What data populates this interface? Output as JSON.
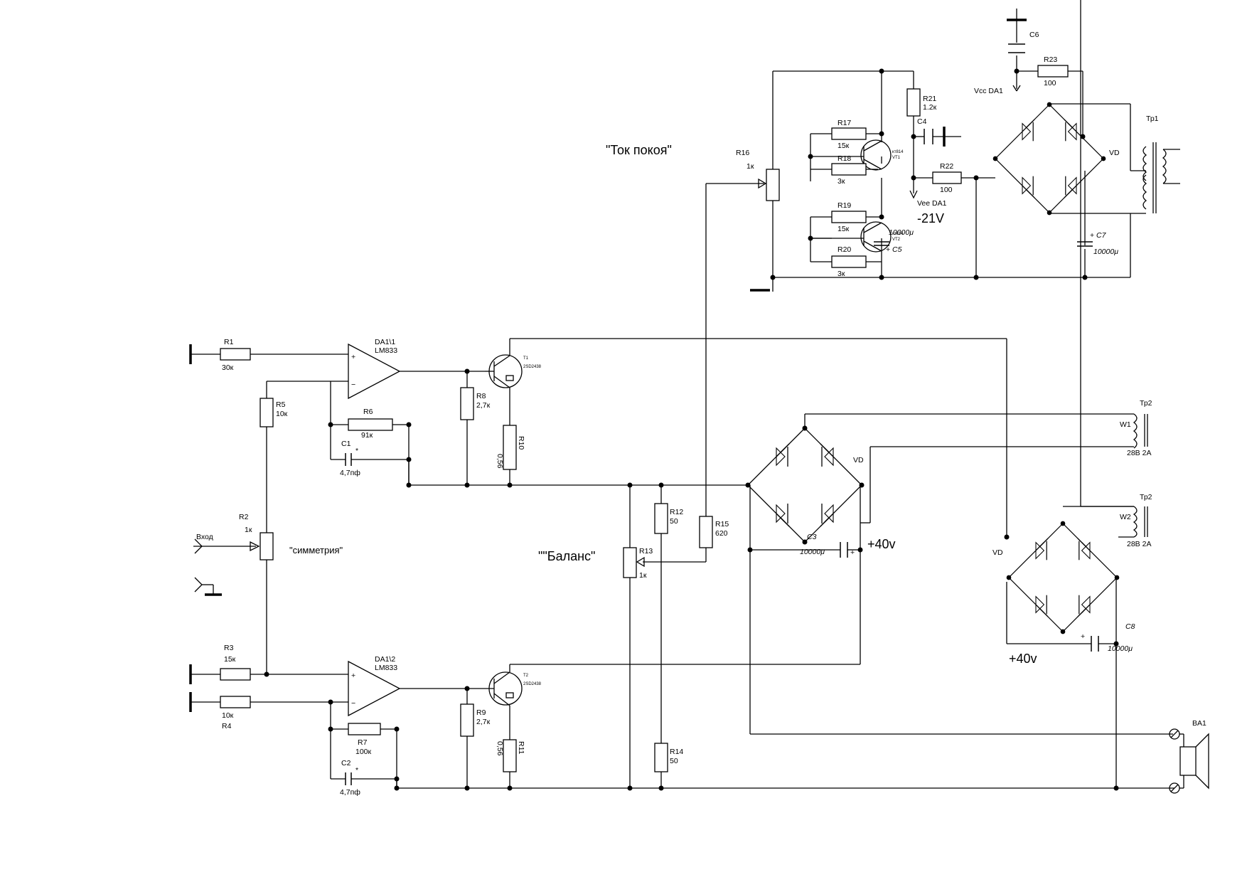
{
  "labels": {
    "tok_pokoya": "\"Ток покоя\"",
    "balans": "\"\"Баланс\"",
    "simmetriya": "\"симметрия\"",
    "vhod": "Вход",
    "minus21": "-21V",
    "plus40_a": "+40v",
    "plus40_b": "+40v",
    "vcc": "Vcc DA1",
    "vee": "Vee DA1"
  },
  "resistors": {
    "R1": {
      "name": "R1",
      "value": "30к"
    },
    "R2": {
      "name": "R2",
      "value": "1к"
    },
    "R3": {
      "name": "R3",
      "value": "15к"
    },
    "R4": {
      "name": "R4",
      "value": "10к"
    },
    "R5": {
      "name": "R5",
      "value": "10к"
    },
    "R6": {
      "name": "R6",
      "value": "91к"
    },
    "R7": {
      "name": "R7",
      "value": "100к"
    },
    "R8": {
      "name": "R8",
      "value": "2,7к"
    },
    "R9": {
      "name": "R9",
      "value": "2,7к"
    },
    "R10": {
      "name": "R10",
      "value": "0,56"
    },
    "R11": {
      "name": "R11",
      "value": "0,56"
    },
    "R12": {
      "name": "R12",
      "value": "50"
    },
    "R13": {
      "name": "R13",
      "value": "1к"
    },
    "R14": {
      "name": "R14",
      "value": "50"
    },
    "R15": {
      "name": "R15",
      "value": "620"
    },
    "R16": {
      "name": "R16",
      "value": "1к"
    },
    "R17": {
      "name": "R17",
      "value": "15к"
    },
    "R18": {
      "name": "R18",
      "value": "3к"
    },
    "R19": {
      "name": "R19",
      "value": "15к"
    },
    "R20": {
      "name": "R20",
      "value": "3к"
    },
    "R21": {
      "name": "R21",
      "value": "1.2к"
    },
    "R22": {
      "name": "R22",
      "value": "100"
    },
    "R23": {
      "name": "R23",
      "value": "100"
    }
  },
  "capacitors": {
    "C1": {
      "name": "C1",
      "value": "4,7пф",
      "mark": "*"
    },
    "C2": {
      "name": "C2",
      "value": "4,7пф",
      "mark": "*"
    },
    "C3": {
      "name": "C3",
      "value": "10000μ"
    },
    "C4": {
      "name": "C4"
    },
    "C5": {
      "name": "C5",
      "value": "10000μ"
    },
    "C6": {
      "name": "C6"
    },
    "C7": {
      "name": "C7",
      "value": "10000μ"
    },
    "C8": {
      "name": "C8",
      "value": "10000μ"
    }
  },
  "opamps": {
    "DA1_1": {
      "name": "DA1\\1",
      "part": "LM833"
    },
    "DA1_2": {
      "name": "DA1\\2",
      "part": "LM833"
    }
  },
  "transistors": {
    "T1": {
      "name": "T1",
      "part": "2SD2438"
    },
    "T2": {
      "name": "T2",
      "part": "2SD2438"
    },
    "VT1": {
      "name": "VT1",
      "part": "кт814"
    },
    "VT2": {
      "name": "VT2",
      "part": "кт814"
    }
  },
  "bridges": {
    "VD_top": "VD",
    "VD_mid": "VD",
    "VD_low": "VD"
  },
  "transformers": {
    "Tp1": {
      "name": "Тр1"
    },
    "Tp2a": {
      "name": "Тр2",
      "winding": "W1",
      "rating": "28В 2А"
    },
    "Tp2b": {
      "name": "Тр2",
      "winding": "W2",
      "rating": "28В 2А"
    }
  },
  "speaker": {
    "name": "BA1"
  },
  "pins": {
    "plus": "+",
    "minus": "−"
  },
  "colors": {
    "ink": "#000000",
    "paper": "#ffffff"
  }
}
